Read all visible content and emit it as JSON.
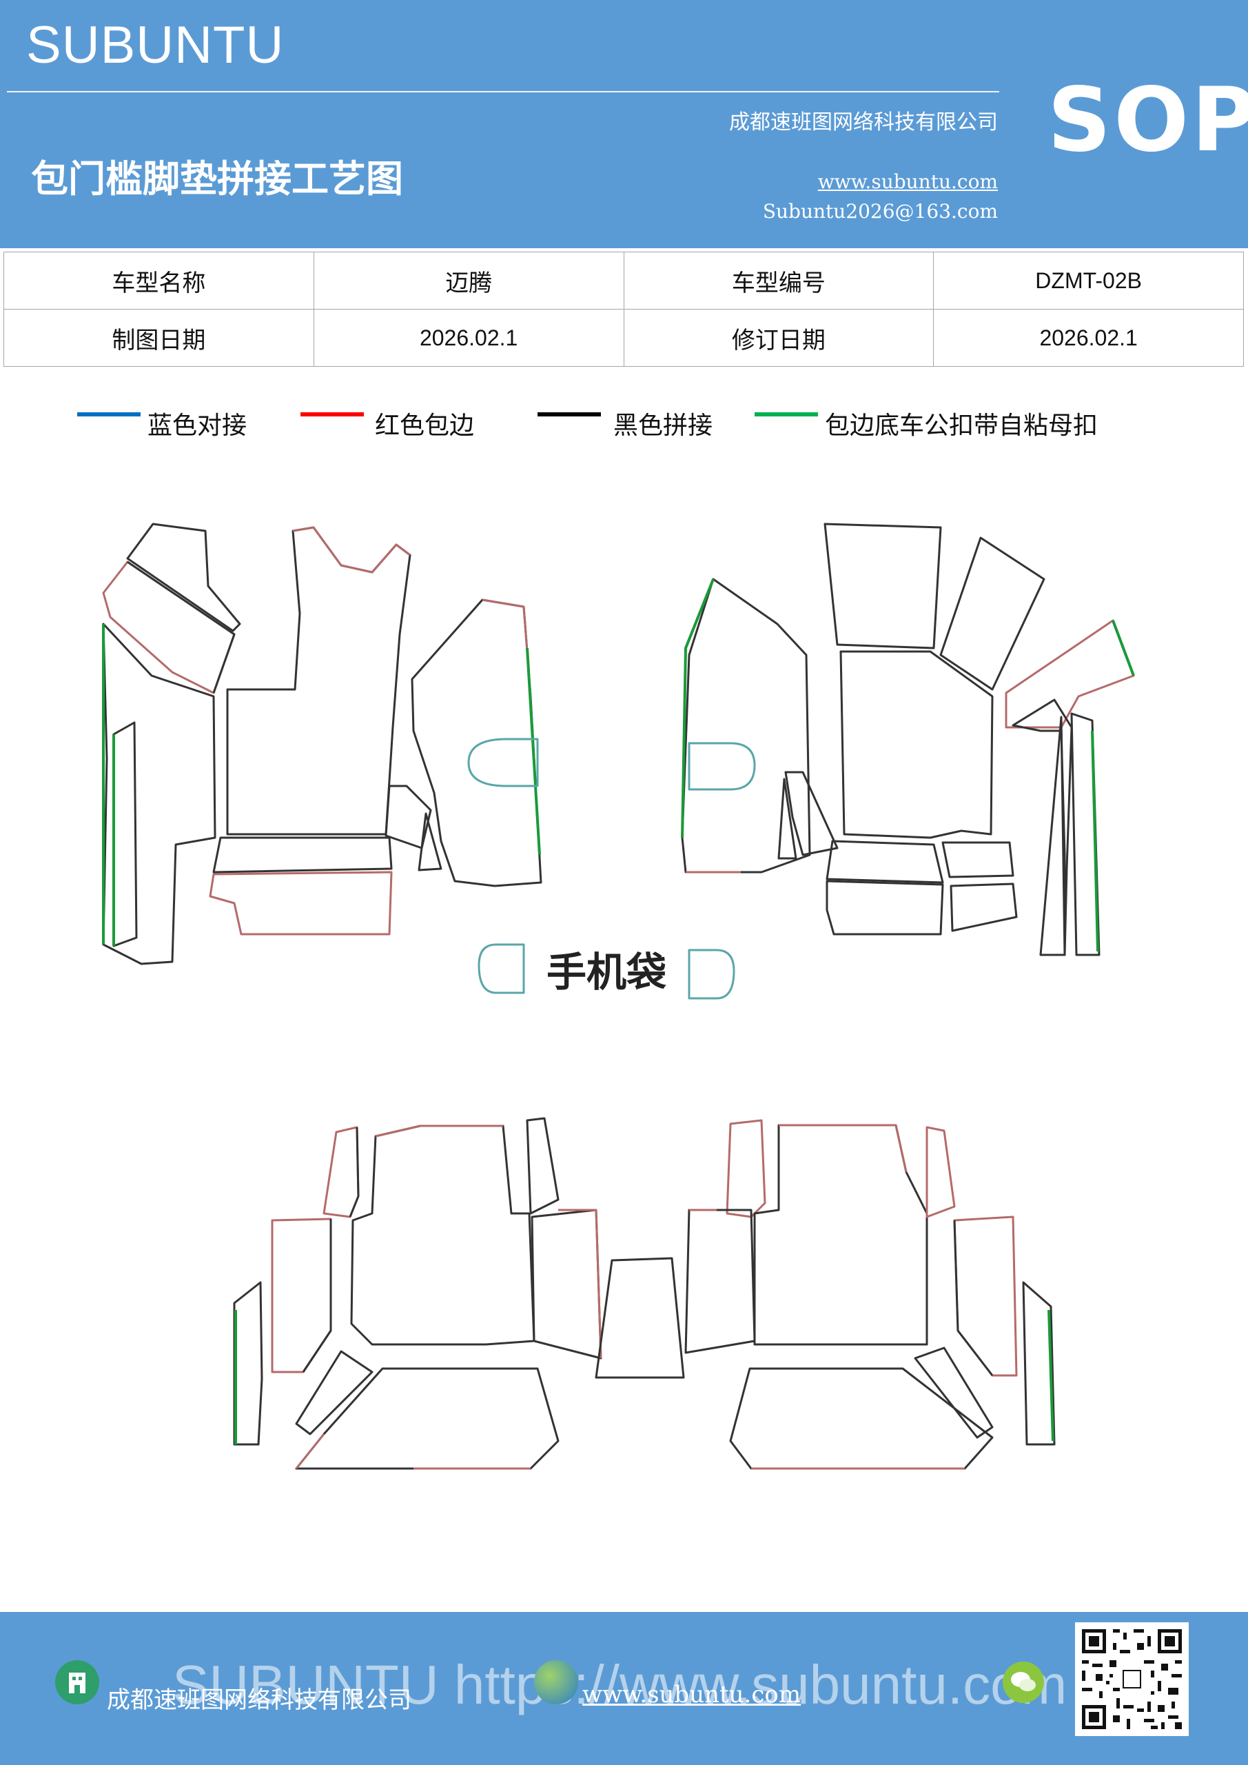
{
  "header": {
    "brand": "SUBUNTU",
    "doc_title": "包门槛脚垫拼接工艺图",
    "company": "成都速班图网络科技有限公司",
    "website": "www.subuntu.com",
    "email": "Subuntu2026@163.com",
    "badge": "SOP",
    "bg_color": "#5b9bd5"
  },
  "info_table": {
    "rows": [
      {
        "label1": "车型名称",
        "value1": "迈腾",
        "label2": "车型编号",
        "value2": "DZMT-02B"
      },
      {
        "label1": "制图日期",
        "value1": "2026.02.1",
        "label2": "修订日期",
        "value2": "2026.02.1"
      }
    ]
  },
  "legend": {
    "items": [
      {
        "label": "蓝色对接",
        "color": "#0070c0"
      },
      {
        "label": "红色包边",
        "color": "#ff0000"
      },
      {
        "label": "黑色拼接",
        "color": "#000000"
      },
      {
        "label": "包边底车公扣带自粘母扣",
        "color": "#00b050"
      }
    ]
  },
  "diagram": {
    "phone_pocket_label": "手机袋",
    "outline_colors": {
      "black": "#333333",
      "red": "#b56a6a",
      "green": "#1a9a3a",
      "teal": "#5aa6a8"
    }
  },
  "footer": {
    "watermark": "SUBUNTU https://www.subuntu.com",
    "company": "成都速班图网络科技有限公司",
    "website": "www.subuntu.com",
    "qr_label": "QR code"
  }
}
